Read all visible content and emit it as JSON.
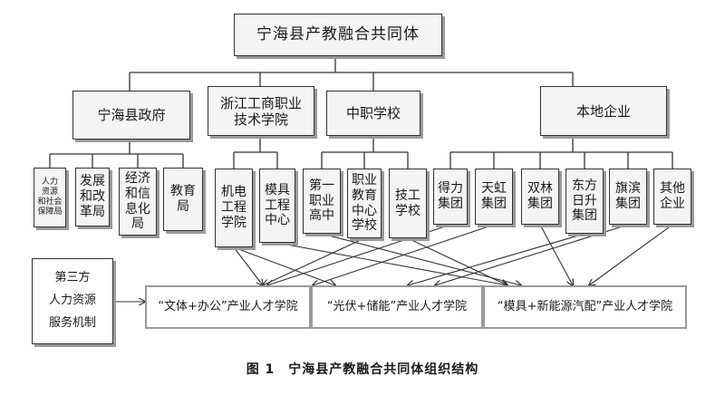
{
  "root": "宁海县产教融合共同体",
  "level1": [
    {
      "id": "gov",
      "label": "宁海县政府"
    },
    {
      "id": "college",
      "label": "浙江工商职业\n技术学院"
    },
    {
      "id": "vocational",
      "label": "中职学校"
    },
    {
      "id": "enterprise",
      "label": "本地企业"
    }
  ],
  "level2": [
    {
      "id": "hr",
      "label": "人力\n资源\n和社会\n保障局",
      "parent": "gov"
    },
    {
      "id": "dev",
      "label": "发展\n和改\n革局",
      "parent": "gov"
    },
    {
      "id": "econ",
      "label": "经济\n和信\n息化\n局",
      "parent": "gov"
    },
    {
      "id": "edu",
      "label": "教育\n局",
      "parent": "gov"
    },
    {
      "id": "mech",
      "label": "机电\n工程\n学院",
      "parent": "college"
    },
    {
      "id": "mold",
      "label": "模具\n工程\n中心",
      "parent": "college"
    },
    {
      "id": "no1",
      "label": "第一\n职业\n高中",
      "parent": "vocational"
    },
    {
      "id": "vocedu",
      "label": "职业\n教育\n中心\n学校",
      "parent": "vocational"
    },
    {
      "id": "tech",
      "label": "技工\n学校",
      "parent": "vocational"
    },
    {
      "id": "deli",
      "label": "得力\n集团",
      "parent": "enterprise"
    },
    {
      "id": "tianhong",
      "label": "天虹\n集团",
      "parent": "enterprise"
    },
    {
      "id": "shuanglin",
      "label": "双林\n集团",
      "parent": "enterprise"
    },
    {
      "id": "dongfang",
      "label": "东方\n日升\n集团",
      "parent": "enterprise"
    },
    {
      "id": "qibin",
      "label": "旗滨\n集团",
      "parent": "enterprise"
    },
    {
      "id": "other",
      "label": "其他\n企业",
      "parent": "enterprise"
    }
  ],
  "third_party": "第三方\n人力资源\n服务机制",
  "colleges": [
    {
      "id": "c1",
      "label": "“文体+办公”产业人才学院"
    },
    {
      "id": "c2",
      "label": "“光伏+储能”产业人才学院"
    },
    {
      "id": "c3",
      "label": "“模具+新能源汽配”产业人才学院"
    }
  ],
  "caption": "图 1　宁海县产教融合共同体组织结构"
}
